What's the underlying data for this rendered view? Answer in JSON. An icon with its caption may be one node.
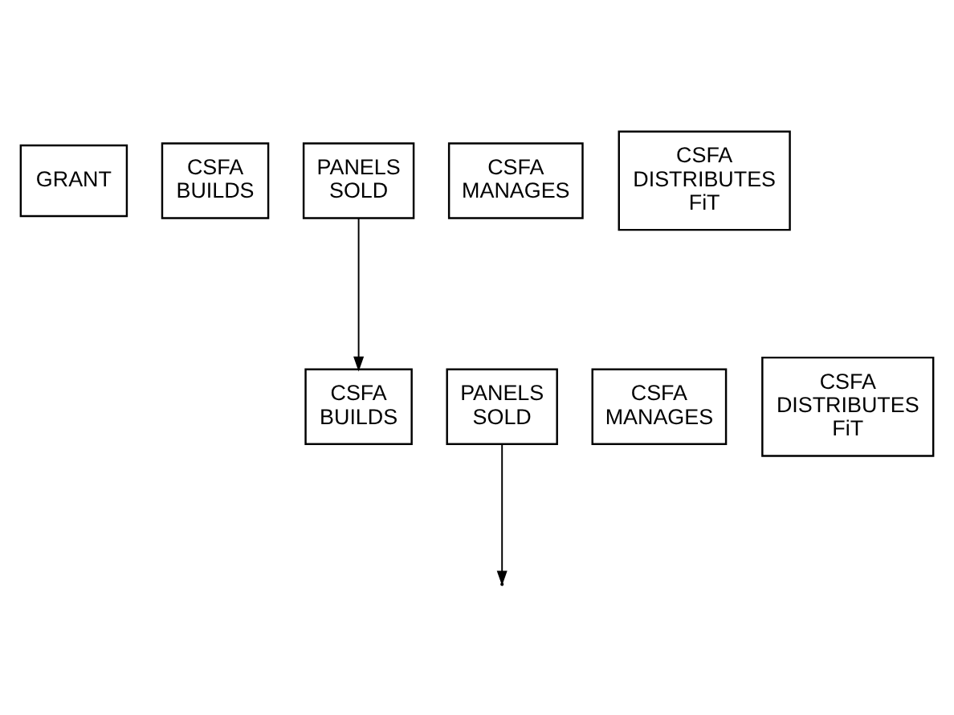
{
  "diagram": {
    "nodes": [
      {
        "text": [
          "GRANT"
        ]
      },
      {
        "text": [
          "CSFA BUILDS"
        ]
      },
      {
        "text": [
          "PANELS SOLD"
        ]
      },
      {
        "text": [
          "CSFA MANAGES"
        ]
      },
      {
        "text": [
          "CSFA DISTRIBUTES FiT"
        ]
      },
      {
        "text": [
          "CSFA BUILDS"
        ]
      },
      {
        "text": [
          "PANELS SOLD"
        ]
      },
      {
        "text": [
          "CSFA MANAGES"
        ]
      },
      {
        "text": [
          "CSFA DISTRIBUTES FiT"
        ]
      }
    ],
    "edges": [
      {
        "from": 2,
        "to": 5,
        "arrow": "to"
      },
      {
        "from": 6,
        "to": null,
        "arrow": "to"
      }
    ]
  }
}
